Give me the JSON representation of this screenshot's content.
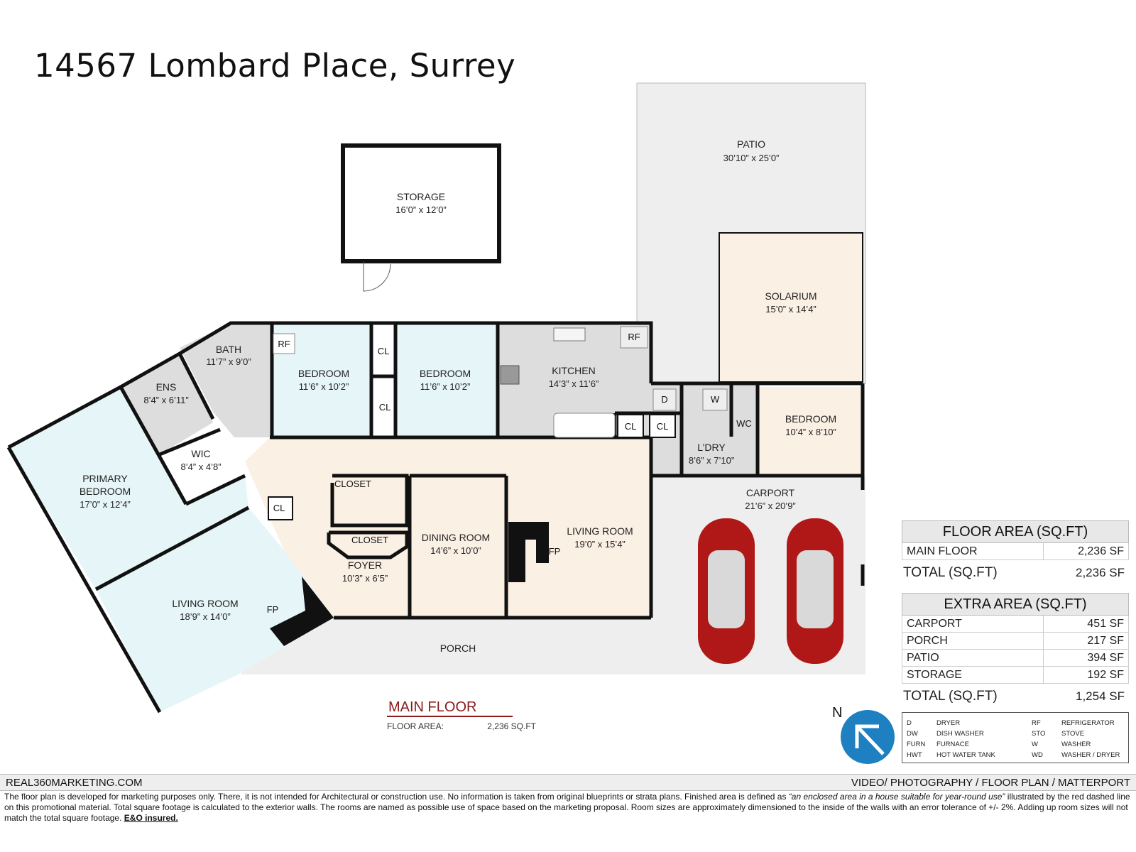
{
  "title": "14567 Lombard Place, Surrey",
  "rooms": {
    "patio": {
      "name": "PATIO",
      "size": "30’10” x 25’0”"
    },
    "storage": {
      "name": "STORAGE",
      "size": "16’0” x 12’0”"
    },
    "solarium": {
      "name": "SOLARIUM",
      "size": "15’0” x 14’4”"
    },
    "bath": {
      "name": "BATH",
      "size": "11’7” x 9’0”"
    },
    "ens": {
      "name": "ENS",
      "size": "8’4” x 6’11”"
    },
    "bedroom1": {
      "name": "BEDROOM",
      "size": "11’6” x 10’2”"
    },
    "bedroom2": {
      "name": "BEDROOM",
      "size": "11’6” x 10’2”"
    },
    "kitchen": {
      "name": "KITCHEN",
      "size": "14’3” x 11’6”"
    },
    "bedroom3": {
      "name": "BEDROOM",
      "size": "10’4” x 8’10”"
    },
    "ldry": {
      "name": "L’DRY",
      "size": "8’6” x 7’10”"
    },
    "wic": {
      "name": "WIC",
      "size": "8’4” x 4’8”"
    },
    "primary": {
      "name1": "PRIMARY",
      "name2": "BEDROOM",
      "size": "17’0” x 12’4”"
    },
    "carport": {
      "name": "CARPORT",
      "size": "21’6” x 20’9”"
    },
    "dining": {
      "name": "DINING ROOM",
      "size": "14’6” x 10’0”"
    },
    "living1": {
      "name": "LIVING ROOM",
      "size": "19’0” x 15’4”"
    },
    "foyer": {
      "name": "FOYER",
      "size": "10’3” x 6’5”"
    },
    "living2": {
      "name": "LIVING ROOM",
      "size": "18’9” x 14’0”"
    },
    "porch": {
      "name": "PORCH"
    }
  },
  "fixtures": {
    "rf": "RF",
    "cl": "CL",
    "d": "D",
    "w": "W",
    "wc": "WC",
    "fp": "FP",
    "closet": "CLOSET"
  },
  "floor_area": {
    "header": "FLOOR AREA (SQ.FT)",
    "rows": [
      {
        "label": "MAIN FLOOR",
        "value": "2,236 SF"
      }
    ],
    "total_label": "TOTAL (SQ.FT)",
    "total_value": "2,236 SF"
  },
  "extra_area": {
    "header": "EXTRA AREA (SQ.FT)",
    "rows": [
      {
        "label": "CARPORT",
        "value": "451 SF"
      },
      {
        "label": "PORCH",
        "value": "217 SF"
      },
      {
        "label": "PATIO",
        "value": "394 SF"
      },
      {
        "label": "STORAGE",
        "value": "192 SF"
      }
    ],
    "total_label": "TOTAL (SQ.FT)",
    "total_value": "1,254 SF"
  },
  "legend": [
    {
      "abbr": "D",
      "text": "DRYER"
    },
    {
      "abbr": "DW",
      "text": "DISH WASHER"
    },
    {
      "abbr": "FURN",
      "text": "FURNACE"
    },
    {
      "abbr": "HWT",
      "text": "HOT WATER TANK"
    },
    {
      "abbr": "RF",
      "text": "REFRIGERATOR"
    },
    {
      "abbr": "STO",
      "text": "STOVE"
    },
    {
      "abbr": "W",
      "text": "WASHER"
    },
    {
      "abbr": "WD",
      "text": "WASHER / DRYER"
    }
  ],
  "north": "N",
  "main_floor": {
    "title": "MAIN FLOOR",
    "area_label": "FLOOR AREA:",
    "area_value": "2,236 SQ.FT"
  },
  "footer": {
    "left": "REAL360MARKETING.COM",
    "right": "VIDEO/ PHOTOGRAPHY / FLOOR PLAN / MATTERPORT",
    "disclaimer_1": "The floor plan is developed for marketing purposes only. There, it is not intended for Architectural or construction use. No information is  taken from original blueprints or strata plans. Finished area is defined as ",
    "disclaimer_quote": "“an enclosed area in a house suitable for year-round use”",
    "disclaimer_2": " illustrated by the red dashed line on this promotional material. Total square footage is calculated to the exterior walls. The rooms are named as possible use of space based on the marketing proposal. Room sizes are approximately dimensioned to the inside of the walls with an error tolerance of +/- 2%. Adding up room sizes will not match the total square footage. ",
    "disclaimer_bold": "E&O insured."
  },
  "colors": {
    "wall": "#111111",
    "bedroom_fill": "#e6f5f7",
    "living_fill": "#fbf0e4",
    "kitchen_fill": "#d9d9d9",
    "outdoor_fill": "#eeeeee",
    "car": "#b01818"
  }
}
